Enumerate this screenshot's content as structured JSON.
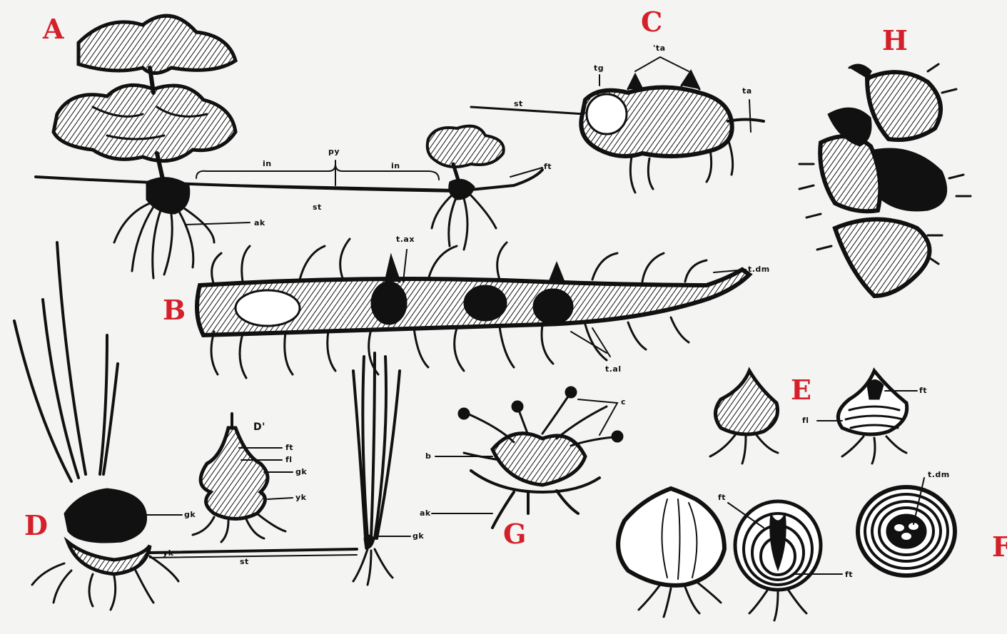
{
  "colors": {
    "panel_letter": "#d4202a",
    "ink": "#111111",
    "paper": "#f4f4f2"
  },
  "panels": {
    "A": {
      "letter": "A",
      "labels": {
        "in1": "in",
        "in2": "in",
        "py": "py",
        "st": "st",
        "ft": "ft",
        "ak": "ak"
      }
    },
    "B": {
      "letter": "B",
      "labels": {
        "tax": "t.ax",
        "tdm": "t.dm",
        "tal": "t.al"
      }
    },
    "C": {
      "letter": "C",
      "labels": {
        "tg": "tg",
        "ta_top": "'ta",
        "ta_right": "ta",
        "st": "st"
      }
    },
    "D": {
      "letter": "D",
      "labels": {
        "d_prime": "D'",
        "ft": "ft",
        "fl": "fl",
        "gk1": "gk",
        "yk1": "yk",
        "gk2": "gk",
        "yk2": "yk",
        "st": "st",
        "gk3": "gk"
      }
    },
    "E": {
      "letter": "E",
      "labels": {
        "ft": "ft",
        "fl": "fl"
      }
    },
    "F": {
      "letter": "F",
      "labels": {
        "ft1": "ft",
        "ft2": "ft",
        "tdm": "t.dm"
      }
    },
    "G": {
      "letter": "G",
      "labels": {
        "c": "c",
        "b": "b",
        "ak": "ak"
      }
    },
    "H": {
      "letter": "H"
    }
  }
}
